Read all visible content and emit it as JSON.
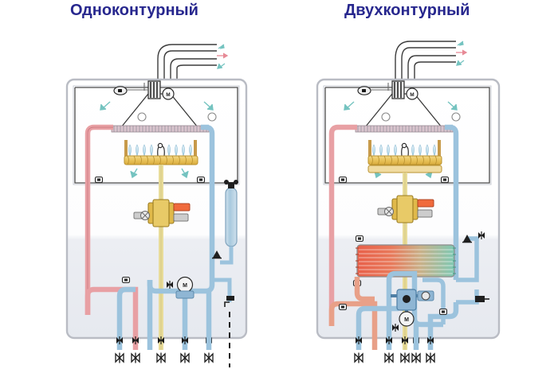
{
  "figure": {
    "kind": "technical-diagram",
    "subject": "gas-boiler-schematic-comparison",
    "background_color": "#ffffff"
  },
  "panels": [
    {
      "id": "single-circuit",
      "title": "Одноконтурный",
      "title_color": "#27278e",
      "components": {
        "flue_label": "coaxial-flue",
        "fan_label": "M",
        "pump_label": "M",
        "has_secondary_exchanger": false,
        "bottom_connection_count": 5
      }
    },
    {
      "id": "double-circuit",
      "title": "Двухконтурный",
      "title_color": "#27278e",
      "components": {
        "flue_label": "coaxial-flue",
        "fan_label": "M",
        "pump_label": "M",
        "three_way_valve_label": "M",
        "has_secondary_exchanger": true,
        "bottom_connection_count": 5
      }
    }
  ],
  "colors": {
    "title": "#27278e",
    "hot_pipe": "#e8a0a4",
    "hot_pipe_stroke": "#c9747c",
    "cold_pipe": "#9cc3dd",
    "cold_pipe_stroke": "#6d9cc0",
    "gas_pipe": "#e8dc9a",
    "gas_pipe_stroke": "#c4b568",
    "burner": "#e8c25a",
    "burner_stroke": "#b9912f",
    "flame": "#bcd9ea",
    "case_stroke": "#b9bcc4",
    "chamber_stroke": "#4a4a4a",
    "exchanger_hot": "#e8604a",
    "exchanger_cold": "#7fc9b4",
    "vessel": "#a8c9de",
    "arrow_air": "#74c3c0",
    "arrow_exhaust": "#e78a96",
    "valve_body": "#e0b94a",
    "valve_accent": "#f06a3c",
    "metal": "#9a9a9a"
  }
}
